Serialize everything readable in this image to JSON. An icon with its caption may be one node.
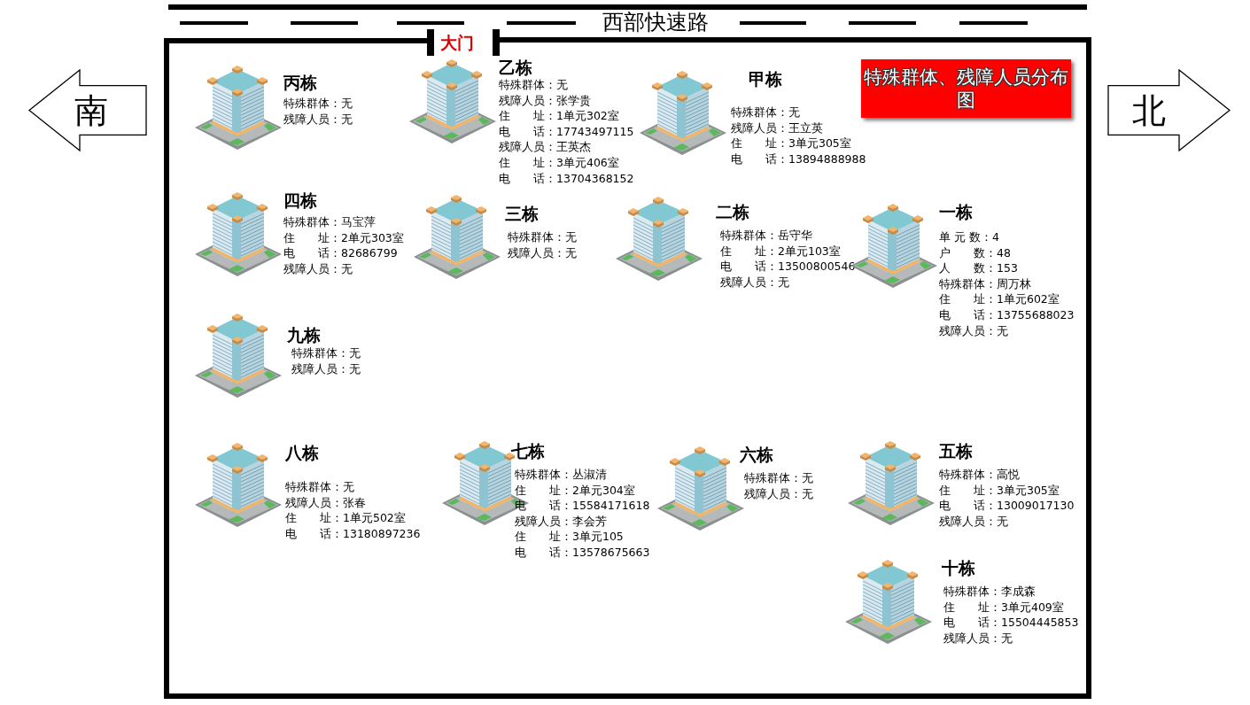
{
  "diagram": {
    "title": "特殊群体、残障人员分布图",
    "nodes": [
      {
        "text": [
          "南"
        ]
      },
      {
        "text": [
          "丙栋",
          "特殊群体：无",
          "残障人员：无"
        ]
      },
      {
        "text": [
          "乙栋",
          "特殊群体：无",
          "残障人员：张学贵",
          "住　　址：1单元302室",
          "电　　话：17743497115",
          "残障人员：王英杰",
          "住　　址：3单元406室",
          "电　　话：13704368152"
        ]
      },
      {
        "text": [
          "甲栋",
          "特殊群体：无",
          "残障人员：王立英",
          "住　　址：3单元305室",
          "电　　话：13894888988"
        ]
      },
      {
        "text": [
          "北"
        ]
      },
      {
        "text": [
          "四栋",
          "特殊群体：马宝萍",
          "住　　址：2单元303室",
          "电　　话：82686799",
          "残障人员：无"
        ]
      },
      {
        "text": [
          "三栋",
          "特殊群体：无",
          "残障人员：无"
        ]
      },
      {
        "text": [
          "二栋",
          "特殊群体：岳守华",
          "住　　址：2单元103室",
          "电　　话：13500800546",
          "残障人员：无"
        ]
      },
      {
        "text": [
          "一栋",
          "单 元 数：4",
          "户　　数：48",
          "人　　数：153",
          "特殊群体：周万林",
          "住　　址：1单元602室",
          "电　　话：13755688023",
          "残障人员：无"
        ]
      },
      {
        "text": [
          "九栋",
          "特殊群体：无",
          "残障人员：无"
        ]
      },
      {
        "text": [
          "八栋",
          "特殊群体：无",
          "残障人员：张春",
          "住　　址：1单元502室",
          "电　　话：13180897236"
        ]
      },
      {
        "text": [
          "七栋",
          "特殊群体：丛淑清",
          "住　　址：2单元304室",
          "电　　话：15584171618",
          "残障人员：李会芳",
          "住　　址：3单元105",
          "电　　话：13578675663"
        ]
      },
      {
        "text": [
          "六栋",
          "特殊群体：无",
          "残障人员：无"
        ]
      },
      {
        "text": [
          "五栋",
          "特殊群体：高悦",
          "住　　址：3单元305室",
          "电　　话：13009017130",
          "残障人员：无"
        ]
      },
      {
        "text": [
          "十栋",
          "特殊群体：李成森",
          "住　　址：3单元409室",
          "电　　话：15504445853",
          "残障人员：无"
        ]
      }
    ],
    "labels": [
      "西部快速路",
      "大门"
    ]
  }
}
